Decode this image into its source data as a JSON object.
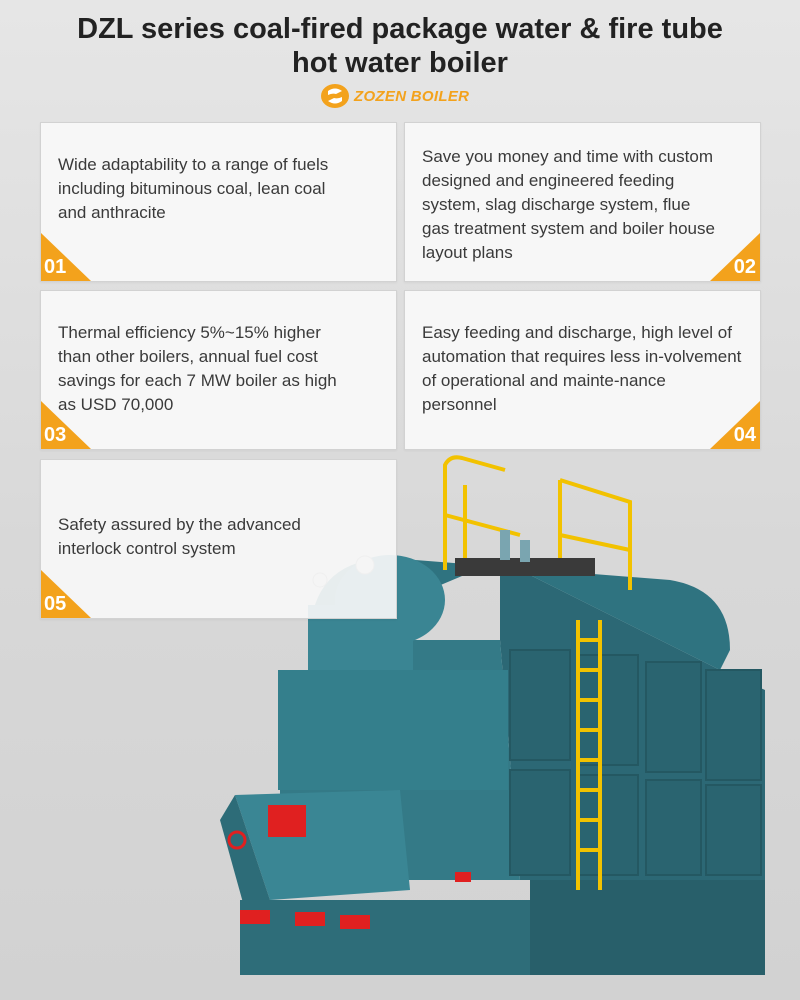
{
  "header": {
    "title_line1": "DZL series coal-fired package water & fire tube",
    "title_line2": "hot water boiler",
    "logo_text": "ZOZEN BOILER",
    "logo_color": "#f3a21c"
  },
  "features": [
    {
      "number": "01",
      "text": "Wide adaptability to a range of fuels including bituminous coal, lean coal and anthracite"
    },
    {
      "number": "02",
      "text": "Save you money and time with custom designed and engineered feeding system, slag discharge system, flue gas treatment system and boiler house layout plans"
    },
    {
      "number": "03",
      "text": "Thermal efficiency 5%~15% higher than other boilers, annual fuel cost savings for each 7 MW boiler as high as USD 70,000"
    },
    {
      "number": "04",
      "text": "Easy feeding and discharge, high level of automation that requires less in-volvement of operational and mainte-nance personnel"
    },
    {
      "number": "05",
      "text": "Safety assured by the advanced interlock control system"
    }
  ],
  "colors": {
    "accent": "#f3a21c",
    "boiler_body": "#2f6f7a",
    "ladder": "#f2c200",
    "valve_red": "#e02020"
  },
  "image": {
    "icon": "boiler-product-illustration"
  }
}
